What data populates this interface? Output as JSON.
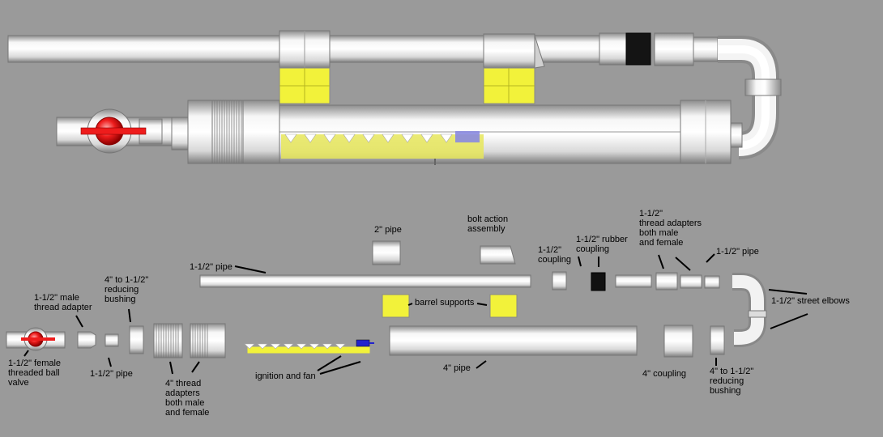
{
  "colors": {
    "background": "#9a9a9a",
    "pipe_light": "#f4f4f4",
    "pipe_mid": "#cfcfcf",
    "pipe_dark": "#8a8a8a",
    "support_yellow": "#f2f23a",
    "valve_red": "#ee1c1c",
    "rubber_black": "#111111",
    "bolt_blue": "#2222cc",
    "leader_line": "#000000"
  },
  "labels": {
    "pipe_2in": "2\" pipe",
    "bolt_action": "bolt action\nassembly",
    "coupling_small": "1-1/2\"\ncoupling",
    "rubber_coupling": "1-1/2\" rubber\ncoupling",
    "thread_adapters_small": "1-1/2\"\nthread adapters\nboth male\nand female",
    "pipe_right": "1-1/2\" pipe",
    "pipe_long": "1-1/2\" pipe",
    "street_elbows": "1-1/2\" street elbows",
    "barrel_supports": "barrel supports",
    "male_thread_adapter": "1-1/2\" male\nthread adapter",
    "reducing_bushing_left": "4\" to 1-1/2\"\nreducing\nbushing",
    "ball_valve": "1-1/2\" female\nthreaded ball\nvalve",
    "pipe_small_left": "1-1/2\" pipe",
    "thread_adapters_large": "4\" thread\nadapters\nboth male\nand female",
    "ignition_fan": "ignition and fan",
    "pipe_4in": "4\" pipe",
    "coupling_4in": "4\" coupling",
    "reducing_bushing_right": "4\" to 1-1/2\"\nreducing\nbushing"
  }
}
